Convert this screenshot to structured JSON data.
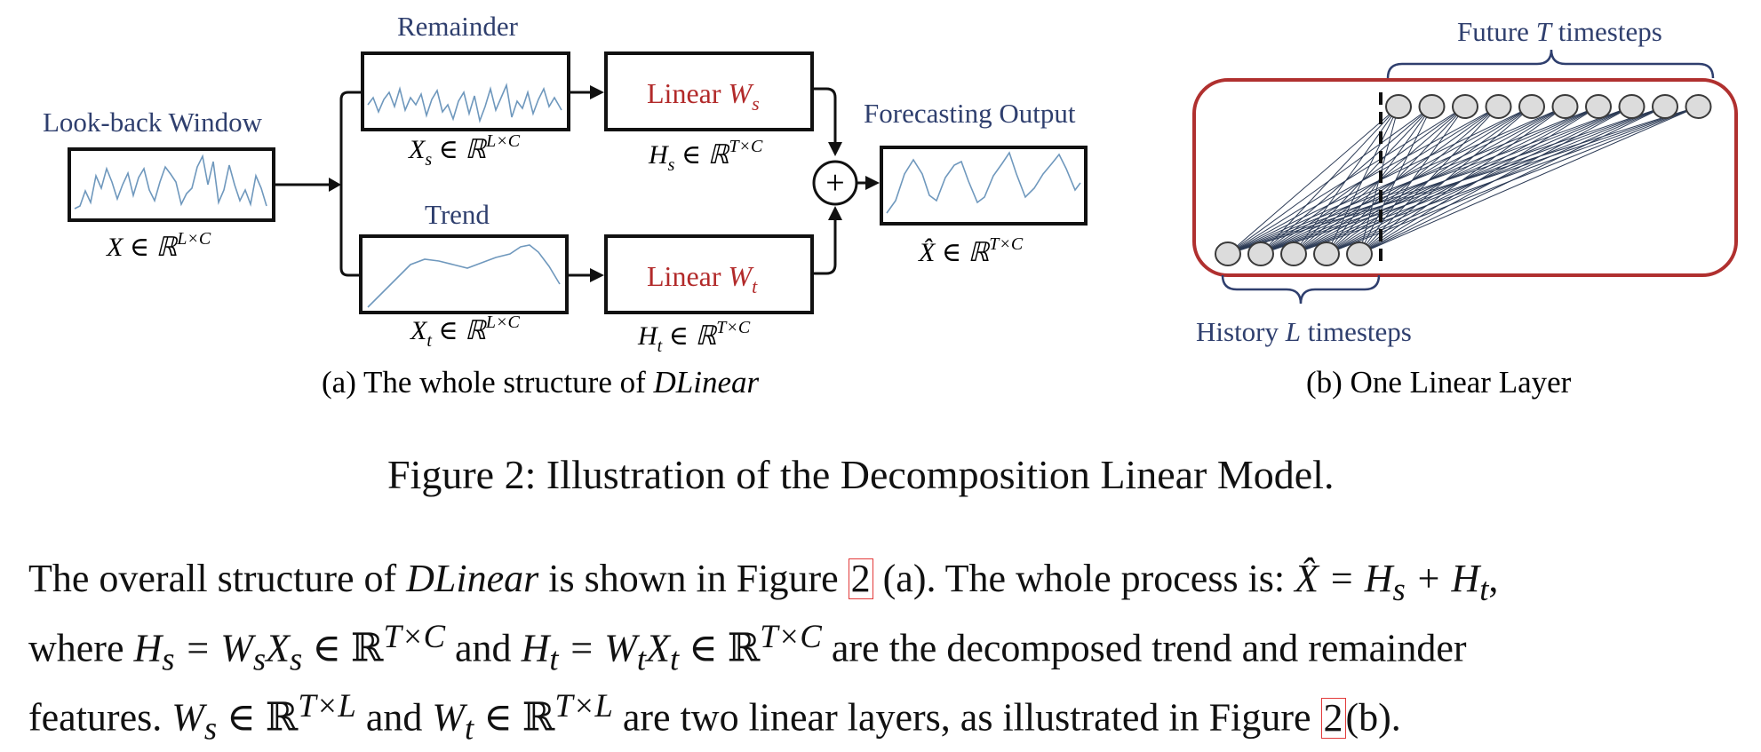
{
  "figure": {
    "panel_a": {
      "lookback_label": "Look-back Window",
      "x_formula": "X ∈ ℝ",
      "x_sup": "L×C",
      "remainder_label": "Remainder",
      "xs_formula": "X",
      "xs_sub": "s",
      "xs_rest": " ∈ ℝ",
      "xs_sup": "L×C",
      "trend_label": "Trend",
      "xt_formula": "X",
      "xt_sub": "t",
      "xt_rest": " ∈ ℝ",
      "xt_sup": "L×C",
      "linear_s_word": "Linear ",
      "linear_s_w": "W",
      "linear_s_sub": "s",
      "linear_t_word": "Linear ",
      "linear_t_w": "W",
      "linear_t_sub": "t",
      "hs_formula": "H",
      "hs_sub": "s",
      "hs_rest": " ∈ ℝ",
      "hs_sup": "T×C",
      "ht_formula": "H",
      "ht_sub": "t",
      "ht_rest": " ∈ ℝ",
      "ht_sup": "T×C",
      "plus_symbol": "+",
      "output_label": "Forecasting Output",
      "xhat_formula": "X̂ ∈ ℝ",
      "xhat_sup": "T×C",
      "caption_prefix": "(a) The whole structure of ",
      "caption_model": "DLinear"
    },
    "panel_b": {
      "future_prefix": "Future ",
      "future_var": "T",
      "future_suffix": " timesteps",
      "history_prefix": "History ",
      "history_var": "L",
      "history_suffix": " timesteps",
      "caption": "(b) One Linear Layer",
      "input_nodes": 5,
      "output_nodes": 10
    },
    "caption": "Figure 2: Illustration of the Decomposition Linear Model."
  },
  "paragraph": {
    "l1_a": "The overall structure of ",
    "l1_model": "DLinear",
    "l1_b": " is shown in Figure ",
    "l1_ref": "2",
    "l1_c": " (a). The whole process is: ",
    "l1_math": "X̂ = H",
    "l1_s": "s",
    "l1_plus": " + H",
    "l1_t": "t",
    "l1_end": ",",
    "l2_a": "where ",
    "l2_hs": "H",
    "l2_s1": "s",
    "l2_eq1": " = W",
    "l2_s2": "s",
    "l2_x1": "X",
    "l2_s3": "s",
    "l2_in1": " ∈ ℝ",
    "l2_sup1": "T×C",
    "l2_and": " and ",
    "l2_ht": "H",
    "l2_t1": "t",
    "l2_eq2": " = W",
    "l2_t2": "t",
    "l2_x2": "X",
    "l2_t3": "t",
    "l2_in2": " ∈ ℝ",
    "l2_sup2": "T×C",
    "l2_end": " are the decomposed trend and remainder",
    "l3_a": "features. ",
    "l3_ws": "W",
    "l3_s": "s",
    "l3_in1": " ∈ ℝ",
    "l3_sup1": "T×L",
    "l3_and": " and ",
    "l3_wt": "W",
    "l3_t": "t",
    "l3_in2": " ∈ ℝ",
    "l3_sup2": "T×L",
    "l3_b": " are two linear layers, as illustrated in Figure ",
    "l3_ref": "2",
    "l3_end": "(b)."
  }
}
